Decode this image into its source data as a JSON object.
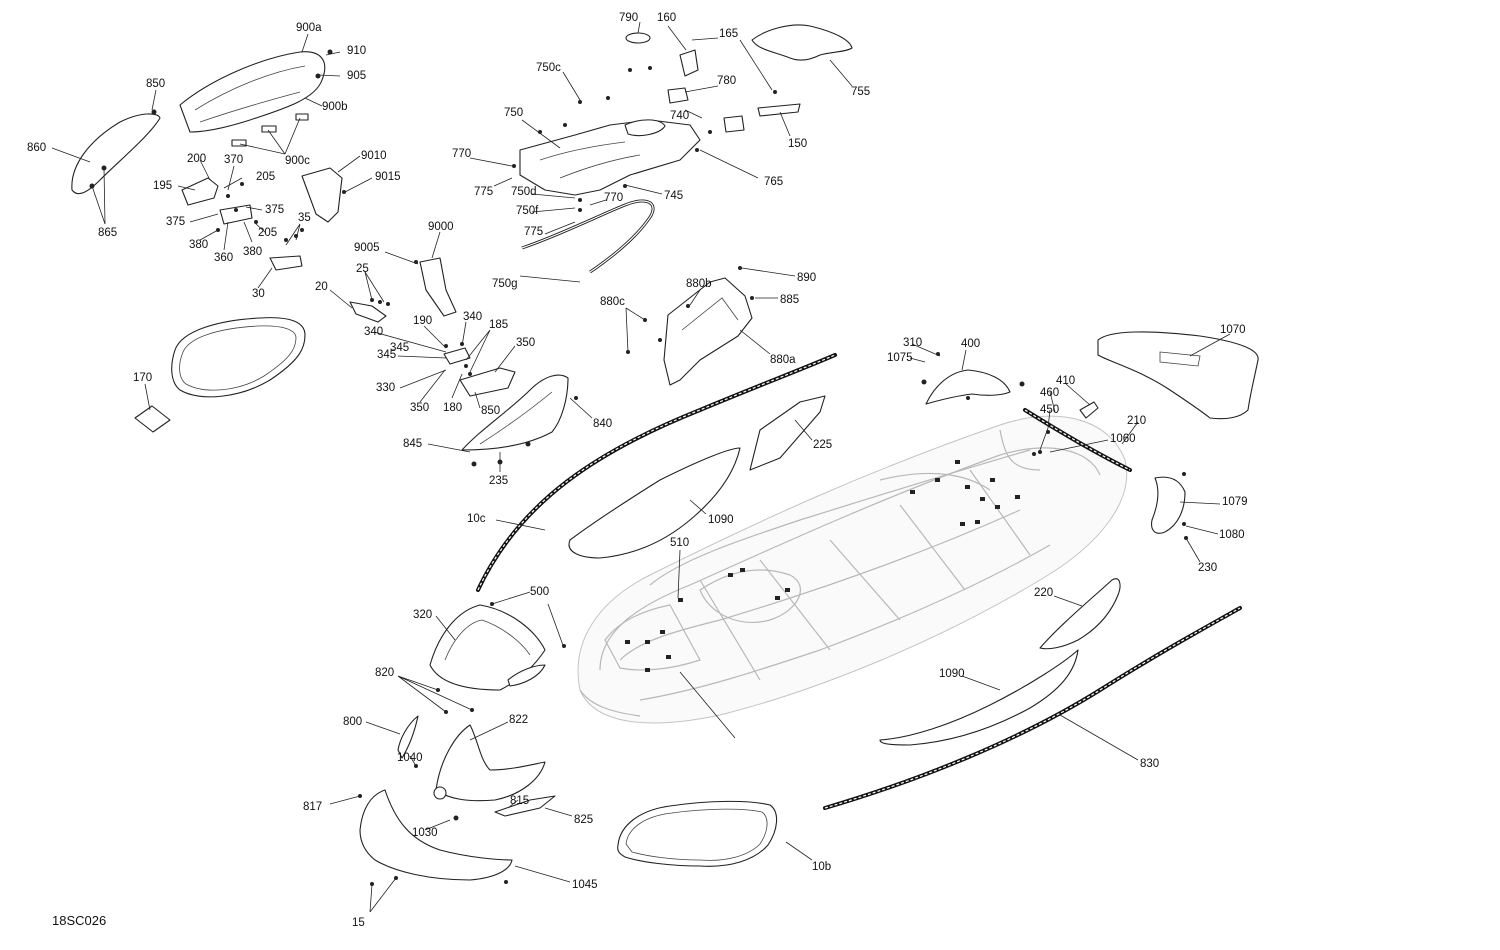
{
  "diagram": {
    "drawing_id": "18SC026",
    "callouts": [
      "900a",
      "910",
      "905",
      "900b",
      "900c",
      "850",
      "860",
      "865",
      "200",
      "370",
      "205",
      "195",
      "375",
      "375",
      "380",
      "360",
      "380",
      "205",
      "35",
      "30",
      "9010",
      "9015",
      "9005",
      "9000",
      "25",
      "20",
      "790",
      "160",
      "165",
      "750c",
      "780",
      "740",
      "750",
      "770",
      "775",
      "750d",
      "750f",
      "770",
      "745",
      "765",
      "150",
      "775",
      "750g",
      "755",
      "890",
      "880b",
      "885",
      "880c",
      "880a",
      "170",
      "190",
      "340",
      "345",
      "340",
      "345",
      "185",
      "350",
      "330",
      "350",
      "180",
      "850",
      "840",
      "845",
      "235",
      "225",
      "1090",
      "10c",
      "510",
      "500",
      "320",
      "310",
      "1075",
      "400",
      "410",
      "460",
      "450",
      "1060",
      "210",
      "1070",
      "1079",
      "1080",
      "230",
      "220",
      "1090",
      "830",
      "820",
      "800",
      "822",
      "1040",
      "817",
      "815",
      "825",
      "1030",
      "1045",
      "15",
      "10b"
    ]
  }
}
